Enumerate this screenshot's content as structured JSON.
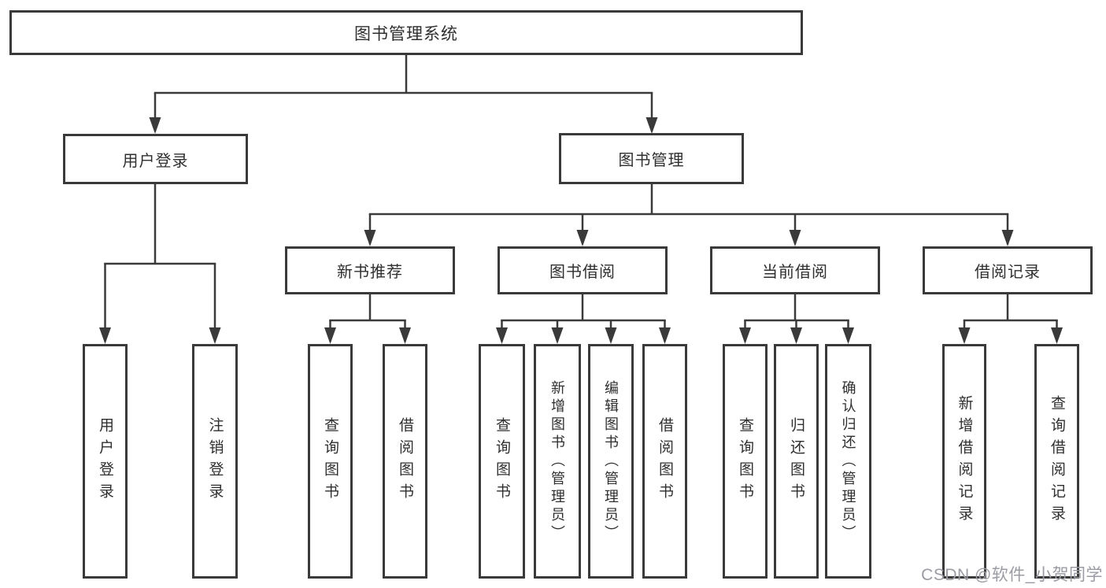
{
  "nodes": {
    "root": "图书管理系统",
    "level2": [
      "用户登录",
      "图书管理"
    ],
    "level3": [
      "新书推荐",
      "图书借阅",
      "当前借阅",
      "借阅记录"
    ],
    "leaves": [
      "用户登录",
      "注销登录",
      "查询图书",
      "借阅图书",
      "查询图书",
      "新增图书（管理员）",
      "编辑图书（管理员）",
      "借阅图书",
      "查询图书",
      "归还图书",
      "确认归还（管理员）",
      "新增借阅记录",
      "查询借阅记录"
    ]
  },
  "watermark": "CSDN @软件_小贺同学",
  "colors": {
    "line": "#3a3a3a",
    "box_border": "#3a3a3a",
    "box_fill": "#ffffff",
    "text": "#2f2f2f",
    "watermark": "#9b9ca3",
    "background": "#ffffff"
  }
}
